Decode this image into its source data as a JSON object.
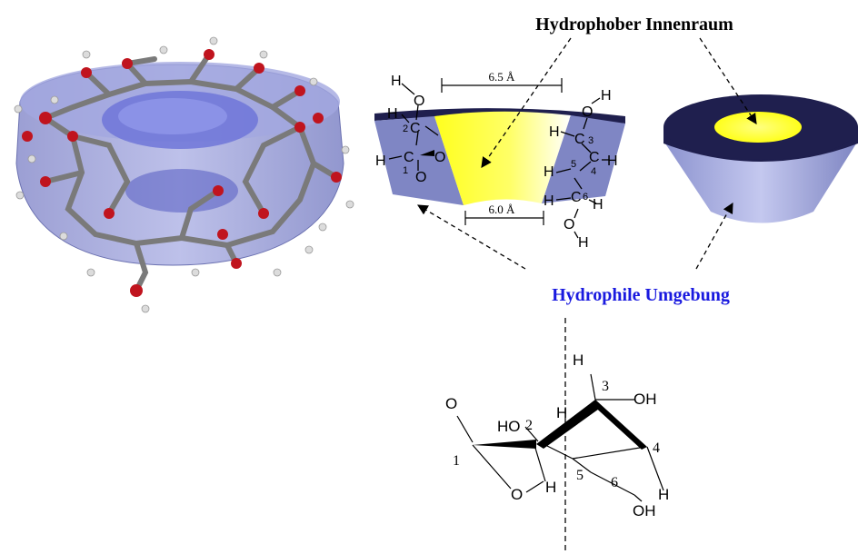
{
  "titles": {
    "hydrophobic_interior": "Hydrophober  Innenraum",
    "hydrophilic_surroundings": "Hydrophile Umgebung"
  },
  "dimensions": {
    "top_width": "6.5 Å",
    "bottom_width": "6.0 Å"
  },
  "section_left_atoms": {
    "h_top": "H",
    "o_top": "O",
    "h_mid": "H",
    "c2": "C",
    "n2": "2",
    "o_right": "O",
    "h_low": "H",
    "c1": "C",
    "n1": "1",
    "o_low": "O"
  },
  "section_right_atoms": {
    "h_top": "H",
    "o_top": "O",
    "h3": "H",
    "c3": "C",
    "n3": "3",
    "h5": "H",
    "n5": "5",
    "c4": "C",
    "n4": "4",
    "h4": "H",
    "h6a": "H",
    "c6": "C",
    "n6": "6",
    "h6b": "H",
    "o_low": "O",
    "h_low": "H"
  },
  "glucose": {
    "o_top": "O",
    "ho_c2": "HO",
    "n2": "2",
    "n1": "1",
    "o_ring": "O",
    "h_c1": "H",
    "h_c2": "H",
    "h_top": "H",
    "n3": "3",
    "oh_c3": "OH",
    "n4": "4",
    "n5": "5",
    "n6": "6",
    "h_c4": "H",
    "oh_c6": "OH"
  },
  "colors": {
    "cone_blue": "#7f86c4",
    "cone_dark": "#1f1f4e",
    "cavity_yellow": "#ffff33",
    "label_blue": "#1a1adf",
    "oxygen_red": "#c0141e",
    "carbon_gray": "#8a8a8a"
  }
}
